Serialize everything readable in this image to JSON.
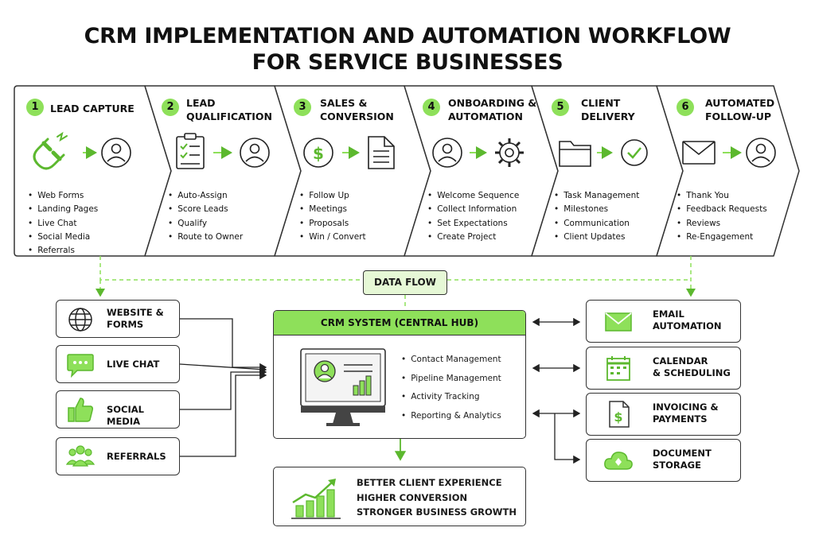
{
  "title": {
    "line1": "CRM IMPLEMENTATION AND AUTOMATION WORKFLOW",
    "line2": "FOR SERVICE BUSINESSES"
  },
  "stages": [
    {
      "number": "1",
      "title_line1": "LEAD CAPTURE",
      "title_line2": "",
      "icon_from": "magnet-icon",
      "icon_to": "user-icon",
      "items": [
        "Web Forms",
        "Landing Pages",
        "Live Chat",
        "Social Media",
        "Referrals"
      ]
    },
    {
      "number": "2",
      "title_line1": "LEAD",
      "title_line2": "QUALIFICATION",
      "icon_from": "checklist-icon",
      "icon_to": "user-icon",
      "items": [
        "Auto-Assign",
        "Score Leads",
        "Qualify",
        "Route to Owner"
      ]
    },
    {
      "number": "3",
      "title_line1": "SALES &",
      "title_line2": "CONVERSION",
      "icon_from": "dollar-icon",
      "icon_to": "document-icon",
      "items": [
        "Follow Up",
        "Meetings",
        "Proposals",
        "Win / Convert"
      ]
    },
    {
      "number": "4",
      "title_line1": "ONBOARDING &",
      "title_line2": "AUTOMATION",
      "icon_from": "user-icon",
      "icon_to": "gear-icon",
      "items": [
        "Welcome Sequence",
        "Collect Information",
        "Set Expectations",
        "Create Project"
      ]
    },
    {
      "number": "5",
      "title_line1": "CLIENT",
      "title_line2": "DELIVERY",
      "icon_from": "folder-icon",
      "icon_to": "check-circle-icon",
      "items": [
        "Task Management",
        "Milestones",
        "Communication",
        "Client Updates"
      ]
    },
    {
      "number": "6",
      "title_line1": "AUTOMATED",
      "title_line2": "FOLLOW-UP",
      "icon_from": "envelope-icon",
      "icon_to": "user-icon",
      "items": [
        "Thank You",
        "Feedback Requests",
        "Reviews",
        "Re-Engagement"
      ]
    }
  ],
  "data_flow_label": "DATA FLOW",
  "sources": [
    {
      "line1": "WEBSITE &",
      "line2": "FORMS",
      "icon": "globe-icon"
    },
    {
      "line1": "LIVE CHAT",
      "line2": "",
      "icon": "chat-bubble-icon"
    },
    {
      "line1": "SOCIAL MEDIA",
      "line2": "",
      "icon": "thumbs-up-icon"
    },
    {
      "line1": "REFERRALS",
      "line2": "",
      "icon": "people-icon"
    }
  ],
  "hub": {
    "title": "CRM SYSTEM (CENTRAL HUB)",
    "items": [
      "Contact Management",
      "Pipeline Management",
      "Activity Tracking",
      "Reporting & Analytics"
    ]
  },
  "integrations": [
    {
      "line1": "EMAIL",
      "line2": "AUTOMATION",
      "icon": "envelope-icon"
    },
    {
      "line1": "CALENDAR",
      "line2": "& SCHEDULING",
      "icon": "calendar-icon"
    },
    {
      "line1": "INVOICING &",
      "line2": "PAYMENTS",
      "icon": "invoice-icon"
    },
    {
      "line1": "DOCUMENT",
      "line2": "STORAGE",
      "icon": "cloud-icon"
    }
  ],
  "outcome": {
    "line1": "BETTER CLIENT EXPERIENCE",
    "line2": "HIGHER CONVERSION",
    "line3": "STRONGER BUSINESS GROWTH"
  },
  "colors": {
    "accent": "#8ee05a",
    "accent_dark": "#5cb82e",
    "stroke": "#333333",
    "light_fill": "#e6f8d6"
  }
}
